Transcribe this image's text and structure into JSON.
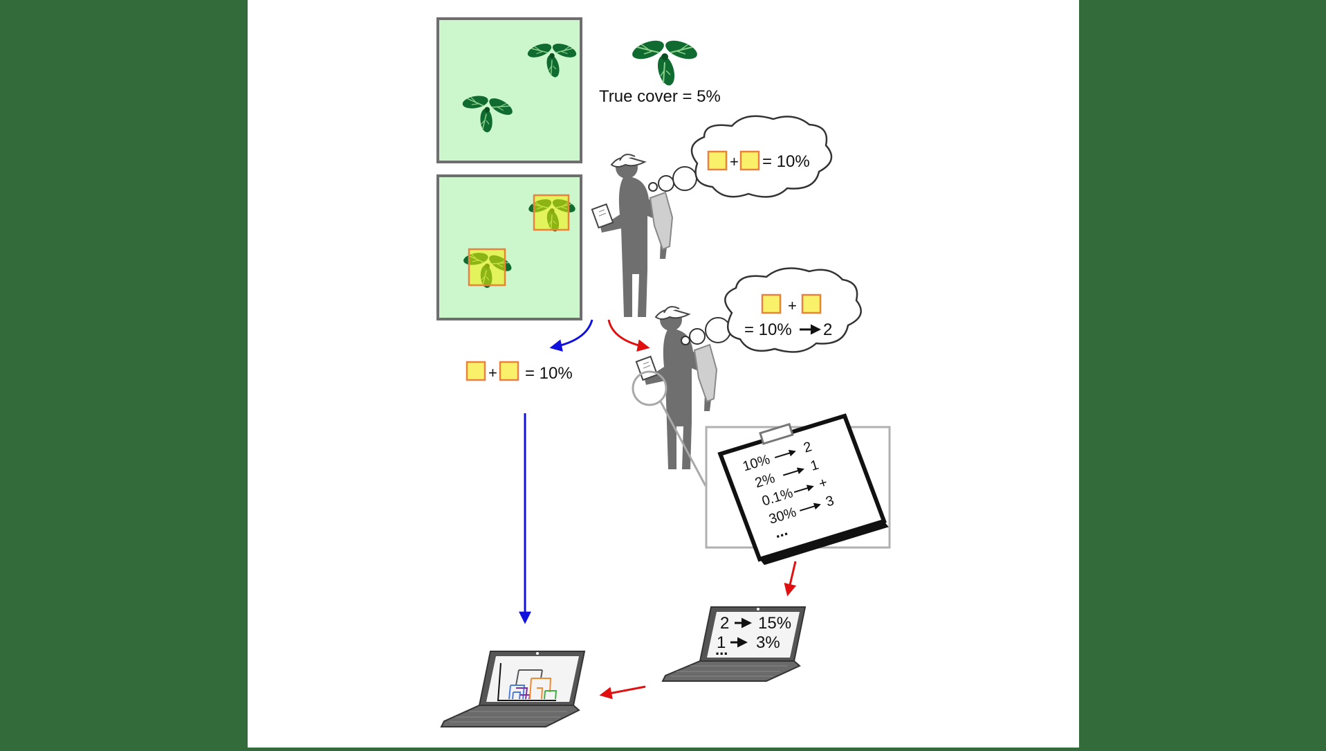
{
  "true_cover_label": "True cover = 5%",
  "thought_1": {
    "plus": "+",
    "equals": "= 10%"
  },
  "thought_2": {
    "plus": "+",
    "equals": "= 10%",
    "arrow_value": "2"
  },
  "direct_estimate": {
    "plus": "+",
    "equals": "= 10%"
  },
  "clipboard_rows": [
    {
      "cover": "10%",
      "score": "2"
    },
    {
      "cover": "2%",
      "score": "1"
    },
    {
      "cover": "0.1%",
      "score": "+"
    },
    {
      "cover": "30%",
      "score": "3"
    }
  ],
  "clipboard_more": "...",
  "laptop_conversion_rows": [
    {
      "score": "2",
      "cover": "15%"
    },
    {
      "score": "1",
      "cover": "3%"
    }
  ],
  "laptop_conversion_more": "...",
  "colors": {
    "background": "#336b3b",
    "plot_fill": "#ccf7cc",
    "plot_border": "#6e6e6e",
    "leaf_dark": "#0f6b30",
    "leaf_light": "#8bd18b",
    "highlight_fill": "#f6f000",
    "highlight_border": "#e8823c",
    "observer": "#6f6f6f",
    "direct_path": "#1111dd",
    "score_path": "#e01010",
    "dendrogram": [
      "#4a7be0",
      "#7a2ea0",
      "#f08a30",
      "#40b040"
    ]
  },
  "icons": [
    "plant-icon",
    "observer-icon",
    "thought-cloud-icon",
    "clipboard-icon",
    "magnifier-icon",
    "laptop-icon",
    "dendrogram-icon",
    "arrow-icon"
  ]
}
